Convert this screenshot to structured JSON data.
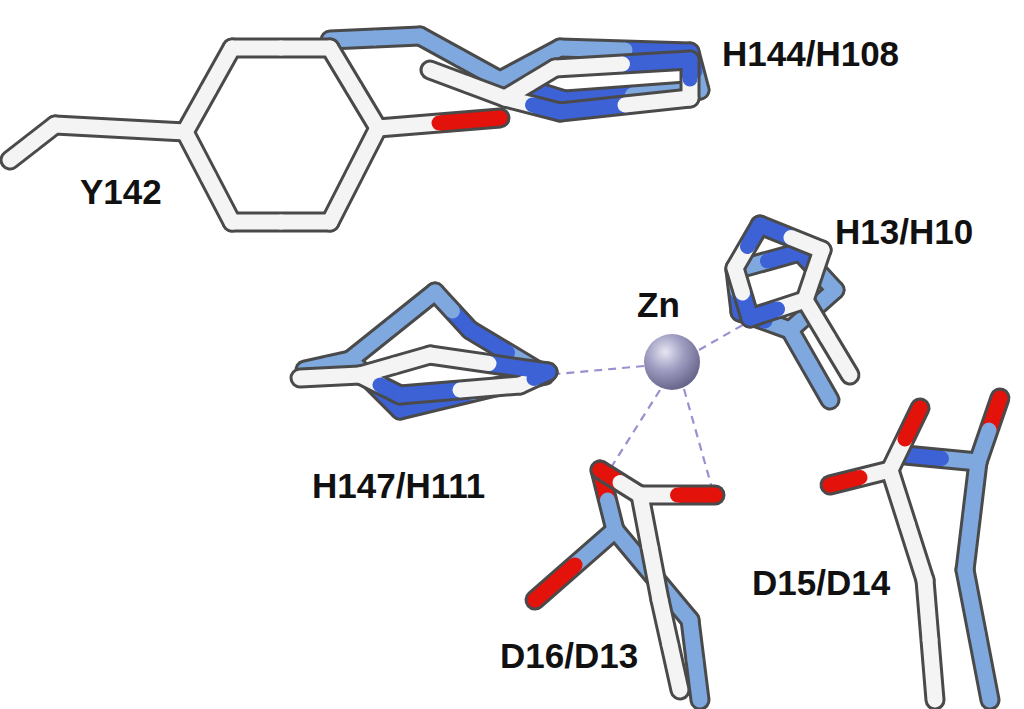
{
  "diagram": {
    "labels": [
      "H144/H108",
      "Y142",
      "H13/H10",
      "Zn",
      "H147/H111",
      "D15/D14",
      "D16/D13"
    ]
  }
}
